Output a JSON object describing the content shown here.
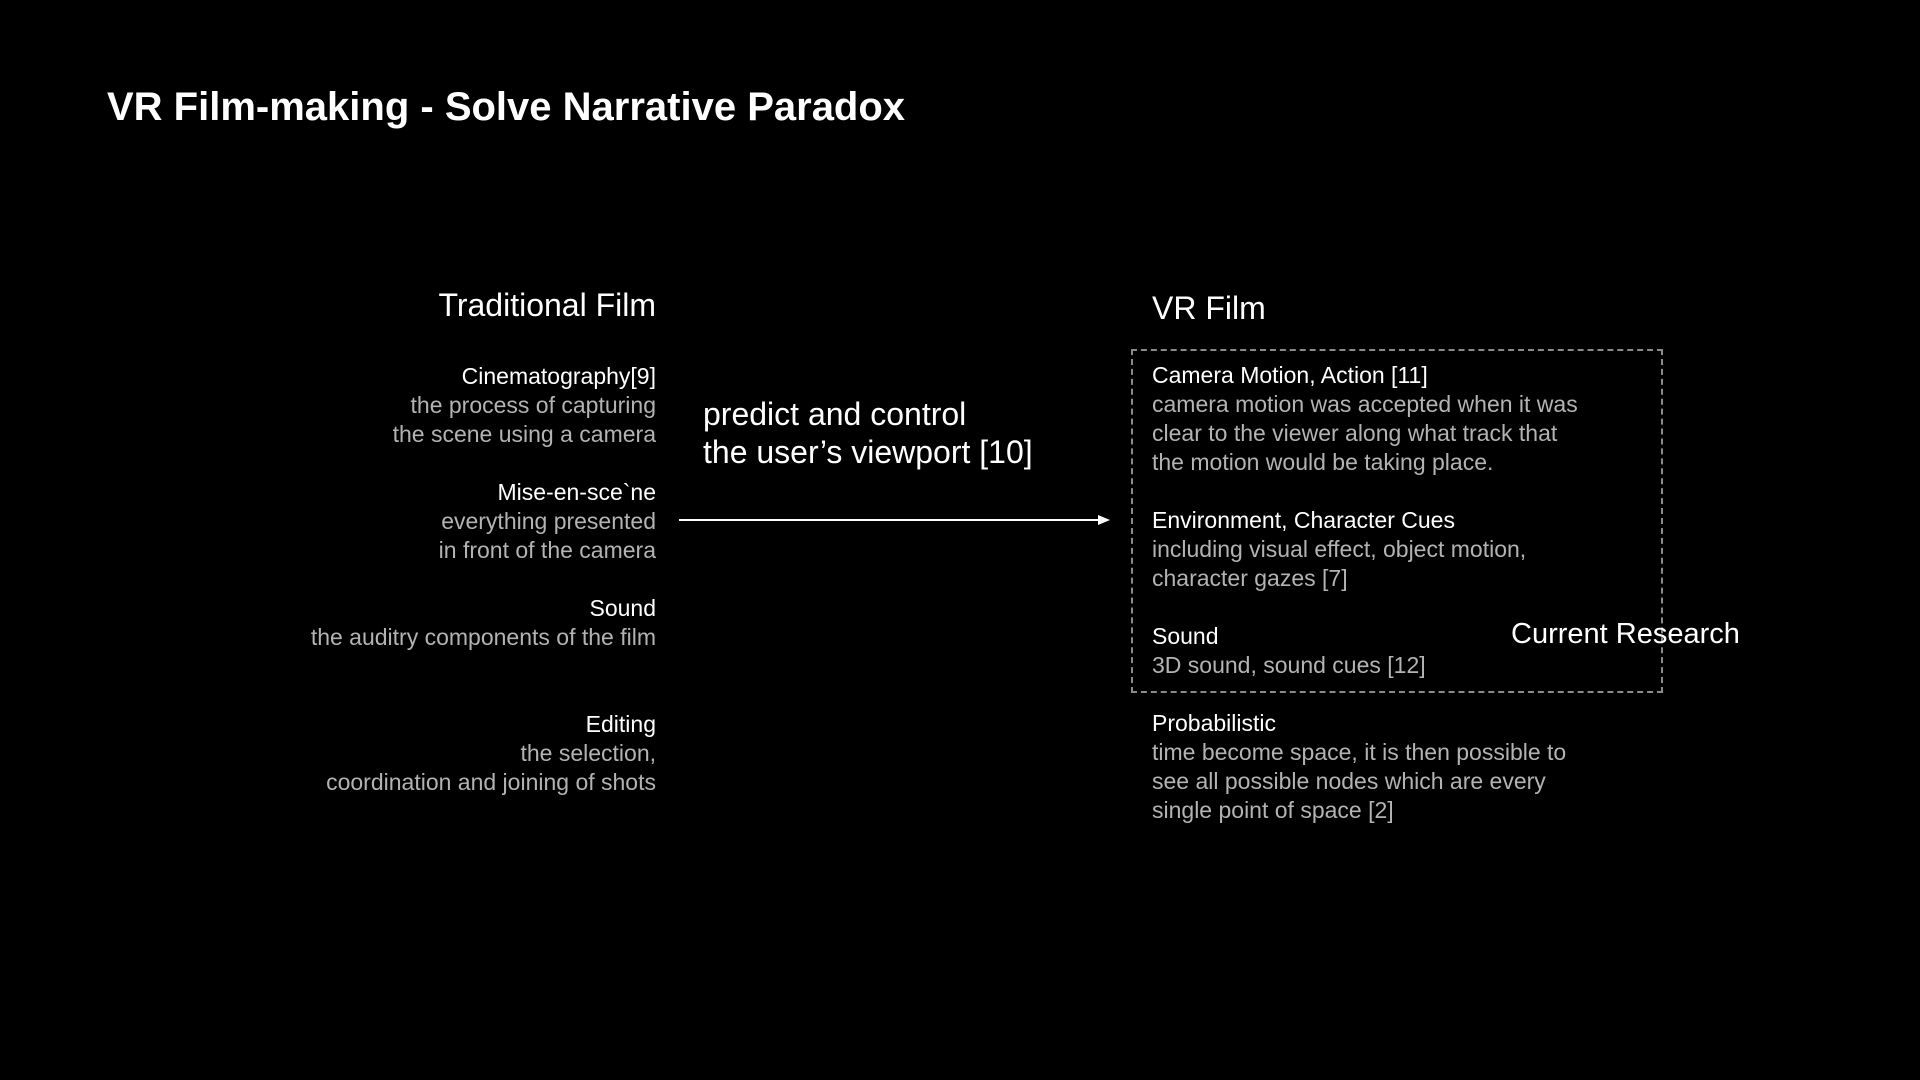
{
  "title": "VR Film-making - Solve Narrative Paradox",
  "traditional": {
    "heading": "Traditional Film",
    "items": [
      {
        "title": "Cinematography[9]",
        "desc": [
          "the process of capturing",
          "the scene using a camera"
        ]
      },
      {
        "title": "Mise-en-sce`ne",
        "desc": [
          "everything presented",
          "in front of the camera"
        ]
      },
      {
        "title": "Sound",
        "desc": [
          "the auditry components of the film"
        ]
      },
      {
        "title": "Editing",
        "desc": [
          "the selection,",
          "coordination and joining of shots"
        ]
      }
    ]
  },
  "arrow_label": [
    "predict and control",
    "the user’s viewport [10]"
  ],
  "vr": {
    "heading": "VR Film",
    "items": [
      {
        "title": "Camera Motion, Action [11]",
        "desc": [
          "camera motion was accepted when it was",
          "clear to the viewer along what track that",
          "the motion would be taking place."
        ]
      },
      {
        "title": "Environment, Character Cues",
        "desc": [
          "including visual effect, object motion,",
          "character gazes [7]"
        ]
      },
      {
        "title": "Sound",
        "desc": [
          "3D sound, sound cues [12]"
        ]
      },
      {
        "title": "Probabilistic",
        "desc": [
          "time become space, it is then possible to",
          "see all possible nodes which are every",
          "single point of space [2]"
        ]
      }
    ],
    "box_label": "Current Research"
  },
  "colors": {
    "background": "#000000",
    "text": "#ffffff",
    "muted": "#b3b3b3",
    "dash": "#8a8a8a"
  }
}
